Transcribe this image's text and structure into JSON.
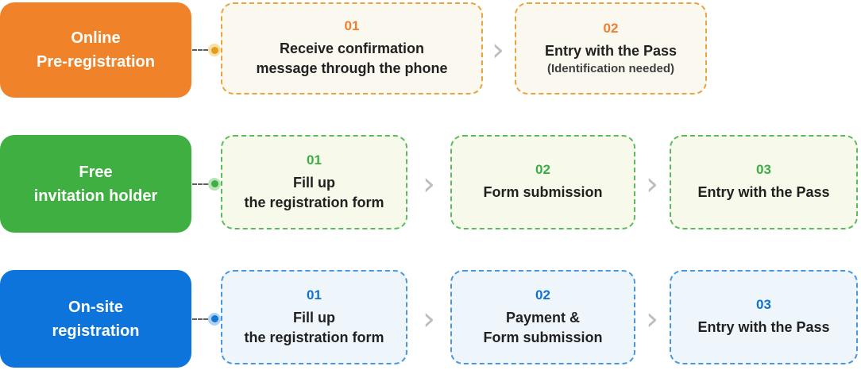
{
  "icons": {
    "chevron_right": "›"
  },
  "shared_colors": {
    "connector_line": "#5f5f5f",
    "chevron": "#bdbdbd",
    "step_title_text": "#212121",
    "step_note_text": "#3f3f3f",
    "background": "#ffffff"
  },
  "rows": [
    {
      "label_line1": "Online",
      "label_line2": "Pre-registration",
      "colors": {
        "label_bg": "#f0832a",
        "number": "#ed7d31",
        "card_bg": "#fbf9ef",
        "card_border": "#e9a440",
        "dot": "#df9f1d",
        "dot_halo": "#f7dfa4"
      },
      "steps": [
        {
          "number": "01",
          "line1": "Receive confirmation",
          "line2": "message through the phone"
        },
        {
          "number": "02",
          "line1": "Entry with the Pass",
          "note": "(Identification needed)"
        }
      ]
    },
    {
      "label_line1": "Free",
      "label_line2": "invitation holder",
      "colors": {
        "label_bg": "#3faf42",
        "number": "#3cad44",
        "card_bg": "#f7faeb",
        "card_border": "#5dbb5d",
        "dot": "#3fae49",
        "dot_halo": "#b9e4b4"
      },
      "steps": [
        {
          "number": "01",
          "line1": "Fill up",
          "line2": "the registration form"
        },
        {
          "number": "02",
          "line1": "Form submission"
        },
        {
          "number": "03",
          "line1": "Entry with the Pass"
        }
      ]
    },
    {
      "label_line1": "On-site",
      "label_line2": "registration",
      "colors": {
        "label_bg": "#0d74db",
        "number": "#1072ce",
        "card_bg": "#eff6fb",
        "card_border": "#4a97df",
        "dot": "#1276d2",
        "dot_halo": "#aed2f1"
      },
      "steps": [
        {
          "number": "01",
          "line1": "Fill up",
          "line2": "the registration form"
        },
        {
          "number": "02",
          "line1": "Payment &",
          "line2": "Form submission"
        },
        {
          "number": "03",
          "line1": "Entry with the Pass"
        }
      ]
    }
  ]
}
